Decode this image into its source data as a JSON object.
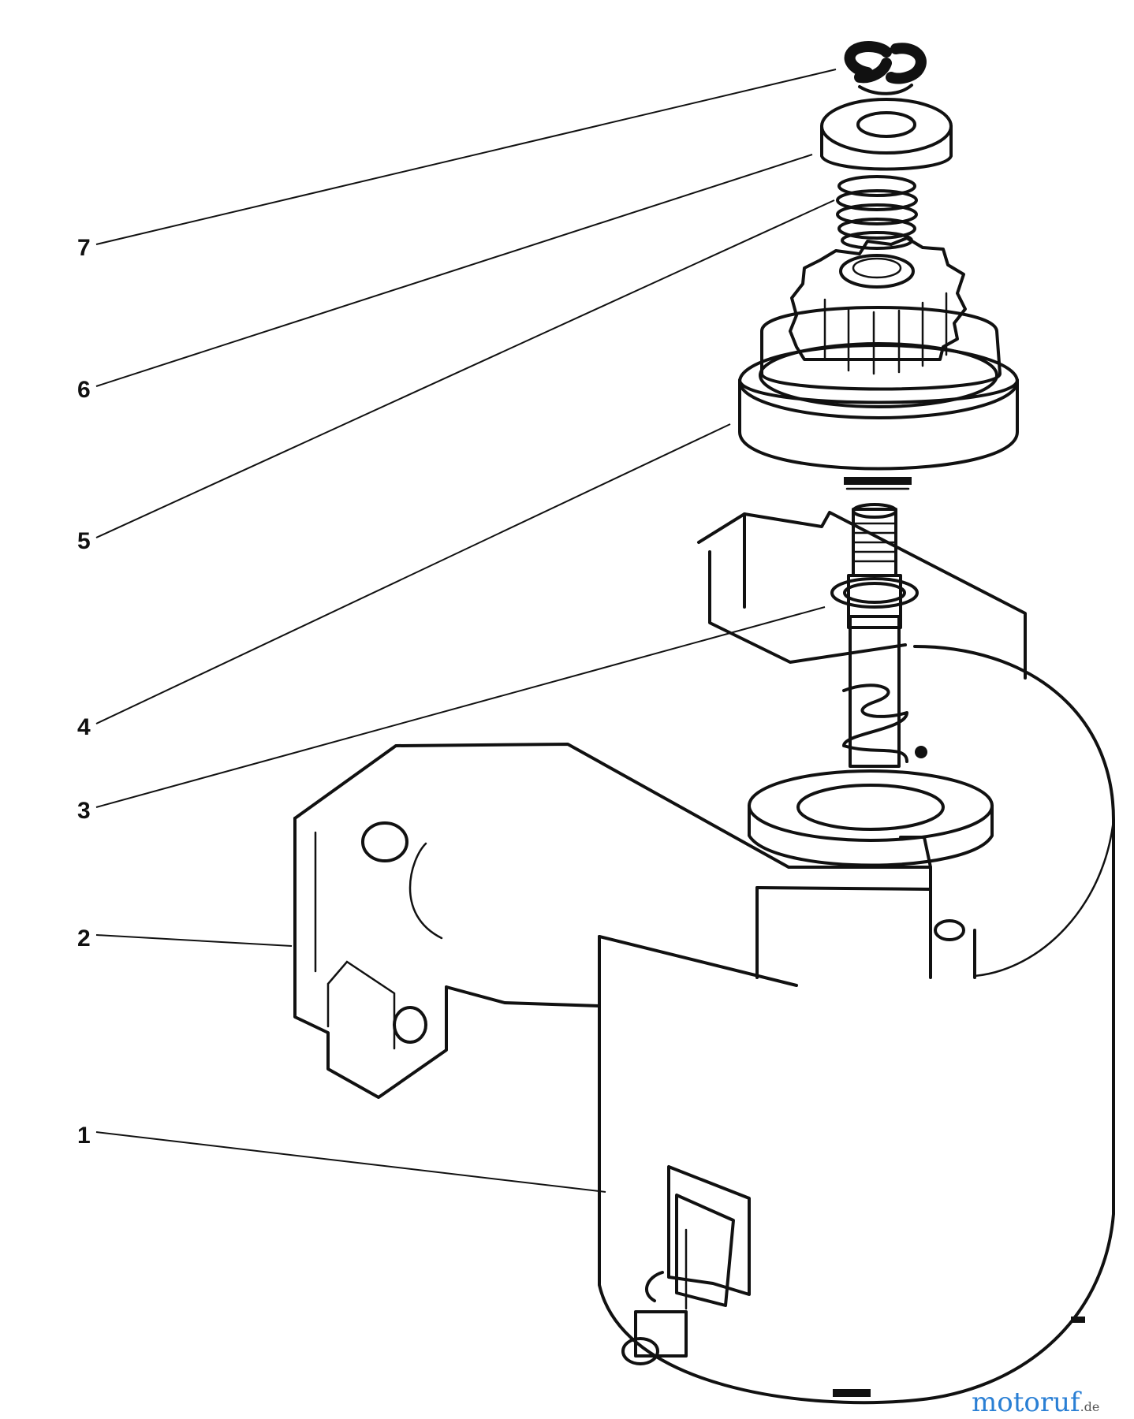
{
  "callouts": [
    {
      "id": "1",
      "label": "1"
    },
    {
      "id": "2",
      "label": "2"
    },
    {
      "id": "3",
      "label": "3"
    },
    {
      "id": "4",
      "label": "4"
    },
    {
      "id": "5",
      "label": "5"
    },
    {
      "id": "6",
      "label": "6"
    },
    {
      "id": "7",
      "label": "7"
    }
  ],
  "watermark": {
    "brand_main": "motoruf",
    "brand_suffix": ".de",
    "colors": {
      "m": "#c0392b",
      "o1": "#2a7fd4",
      "t": "#e6a117",
      "o2": "#2aa15a",
      "r": "#c0392b",
      "u": "#2a7fd4",
      "f": "#2aa15a"
    }
  },
  "colors": {
    "ink": "#111111",
    "background": "#ffffff"
  }
}
